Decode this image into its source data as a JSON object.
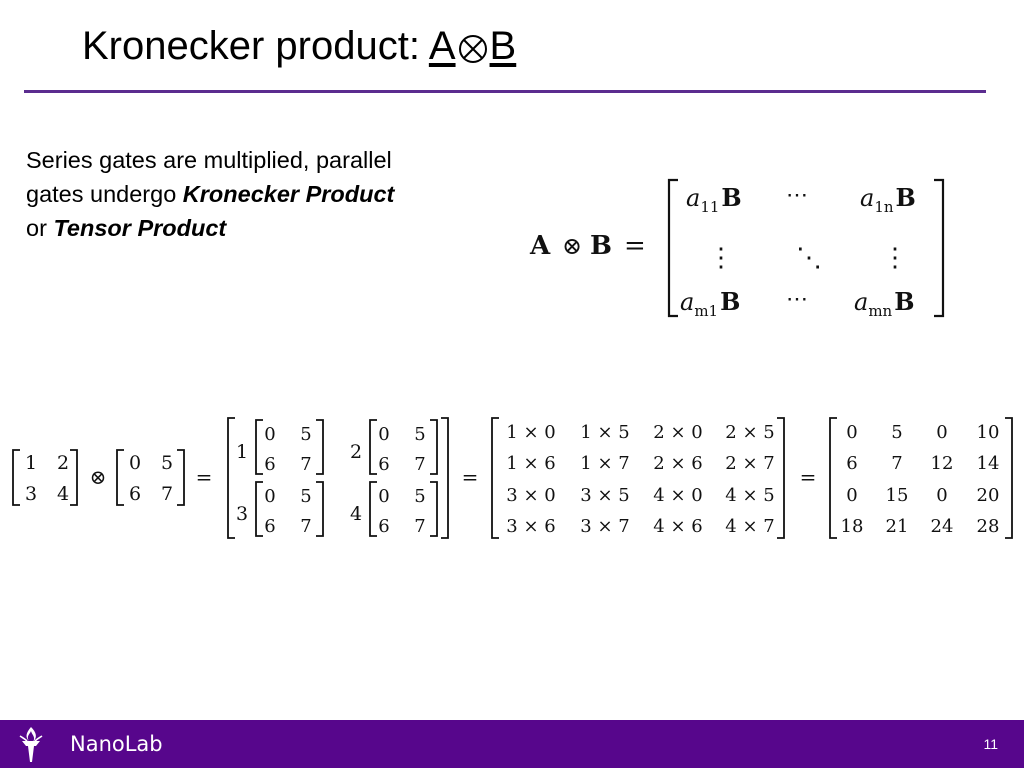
{
  "title": {
    "prefix": "Kronecker product: ",
    "left_operand": "A",
    "right_operand": "B"
  },
  "body": {
    "line1": "Series  gates are multiplied, parallel",
    "line2_plain": "gates undergo ",
    "line2_emph": "Kronecker Product",
    "line3_plain": "or ",
    "line3_emph": "Tensor Product"
  },
  "definition": {
    "lhs_a": "A",
    "lhs_op": "⊗",
    "lhs_b": "B",
    "equals": "=",
    "entries": {
      "top_left": "a",
      "top_left_sub": "11",
      "top_right": "a",
      "top_right_sub": "1n",
      "bottom_left": "a",
      "bottom_left_sub": "m1",
      "bottom_right": "a",
      "bottom_right_sub": "mn",
      "block": "B",
      "hdots": "⋯",
      "vdots": "⋮",
      "ddots": "⋱"
    }
  },
  "example": {
    "otimes": "⊗",
    "equals": "=",
    "matrix_a": [
      [
        "1",
        "2"
      ],
      [
        "3",
        "4"
      ]
    ],
    "matrix_b": [
      [
        "0",
        "5"
      ],
      [
        "6",
        "7"
      ]
    ],
    "scalars": [
      "1",
      "2",
      "3",
      "4"
    ],
    "products": [
      [
        "1 × 0",
        "1 × 5",
        "2 × 0",
        "2 × 5"
      ],
      [
        "1 × 6",
        "1 × 7",
        "2 × 6",
        "2 × 7"
      ],
      [
        "3 × 0",
        "3 × 5",
        "4 × 0",
        "4 × 5"
      ],
      [
        "3 × 6",
        "3 × 7",
        "4 × 6",
        "4 × 7"
      ]
    ],
    "result": [
      [
        "0",
        "5",
        "0",
        "10"
      ],
      [
        "6",
        "7",
        "12",
        "14"
      ],
      [
        "0",
        "15",
        "0",
        "20"
      ],
      [
        "18",
        "21",
        "24",
        "28"
      ]
    ]
  },
  "footer": {
    "brand": "NanoLab",
    "page_number": "11"
  },
  "colors": {
    "accent": "#57068c",
    "rule": "#5b2c8f",
    "footer_text": "#ffffff"
  },
  "icons": {
    "footer_logo": "torch-icon"
  }
}
